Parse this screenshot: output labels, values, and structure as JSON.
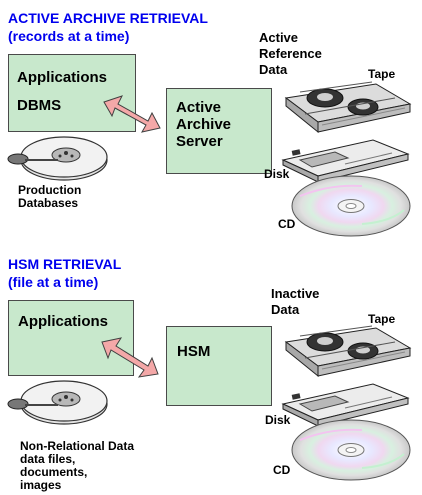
{
  "active": {
    "title_line1": "ACTIVE ARCHIVE RETRIEVAL",
    "title_line2": "(records at a time)",
    "apps_box": {
      "line1": "Applications",
      "line2": "DBMS"
    },
    "server_box": {
      "line1": "Active",
      "line2": "Archive",
      "line3": "Server"
    },
    "data_label": {
      "line1": "Active",
      "line2": "Reference",
      "line3": "Data"
    },
    "tape_label": "Tape",
    "disk_label": "Disk",
    "cd_label": "CD",
    "db_label": {
      "line1": "Production",
      "line2": "Databases"
    }
  },
  "hsm": {
    "title_line1": "HSM RETRIEVAL",
    "title_line2": "(file at a time)",
    "apps_box": {
      "line1": "Applications"
    },
    "hsm_box": {
      "line1": "HSM"
    },
    "data_label": {
      "line1": "Inactive",
      "line2": "Data"
    },
    "tape_label": "Tape",
    "disk_label": "Disk",
    "cd_label": "CD",
    "db_label": {
      "line1": "Non-Relational Data",
      "line2": "data files,",
      "line3": "documents,",
      "line4": "images"
    }
  },
  "colors": {
    "title": "#0000ee",
    "box_fill": "#c8e8cc",
    "arrow_fill": "#f4a8a8"
  }
}
